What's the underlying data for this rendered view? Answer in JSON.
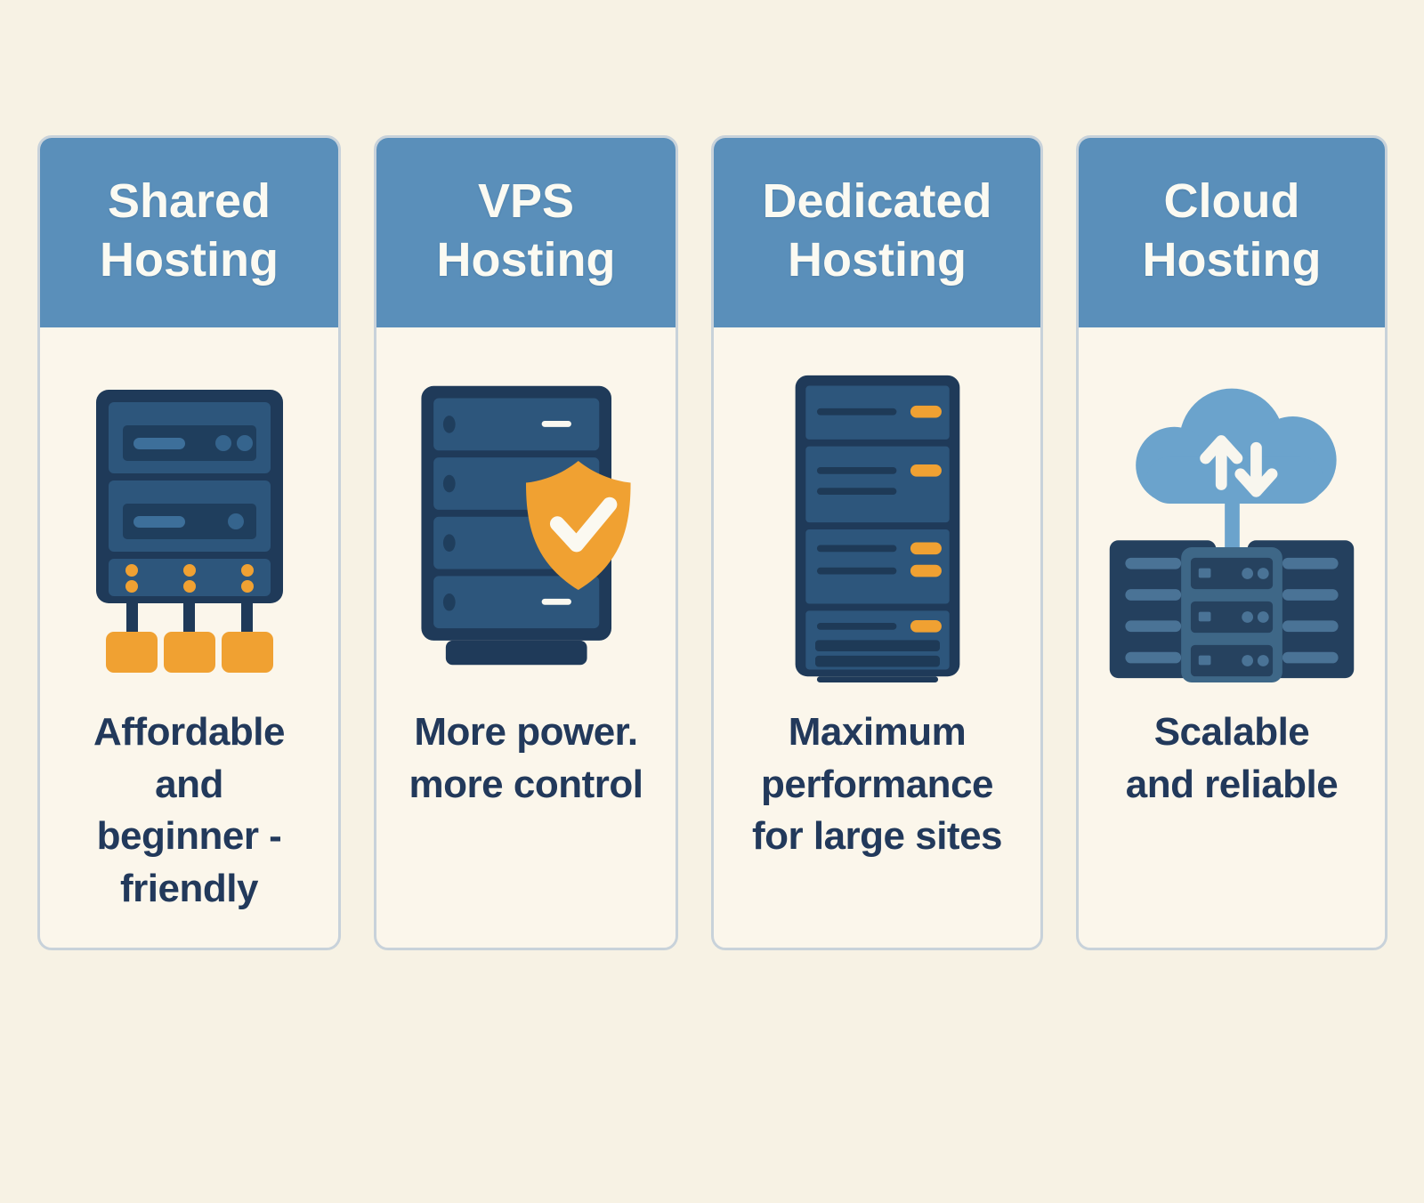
{
  "colors": {
    "background": "#F7F2E4",
    "card_background": "#FBF6EB",
    "card_border": "#C8D2DA",
    "header_blue": "#5A8FBA",
    "header_text": "#FBFAF2",
    "body_text": "#22395B",
    "icon_navy": "#1F3A59",
    "icon_panel_blue": "#2D567C",
    "icon_slot_navy": "#1F3E5D",
    "icon_light_blue": "#3D6F9A",
    "icon_orange": "#F0A132",
    "cloud_blue": "#6BA3CC"
  },
  "cards": [
    {
      "id": "shared-hosting",
      "title": "Shared\nHosting",
      "description": "Affordable\nand\nbeginner -\nfriendly",
      "icon": "shared-server-network-icon"
    },
    {
      "id": "vps-hosting",
      "title": "VPS\nHosting",
      "description": "More power.\nmore control",
      "icon": "server-with-shield-check-icon"
    },
    {
      "id": "dedicated-hosting",
      "title": "Dedicated\nHosting",
      "description": "Maximum\nperformance\nfor large sites",
      "icon": "dedicated-server-tower-icon"
    },
    {
      "id": "cloud-hosting",
      "title": "Cloud\nHosting",
      "description": "Scalable\nand reliable",
      "icon": "cloud-sync-server-rack-icon"
    }
  ]
}
